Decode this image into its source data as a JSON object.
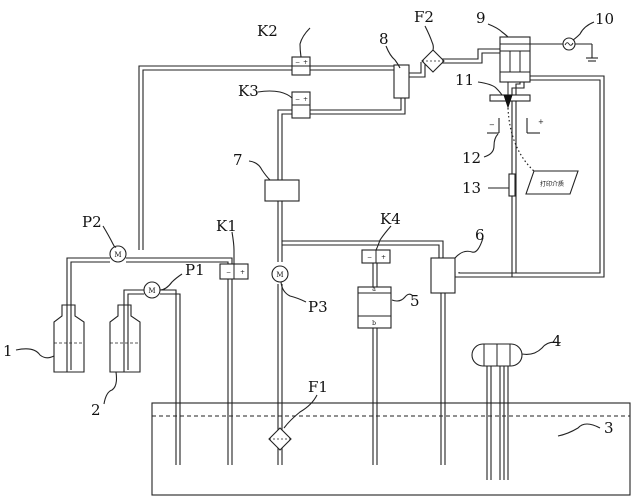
{
  "labels": {
    "bottle_1": "1",
    "bottle_2": "2",
    "tank_3": "3",
    "lamp_4": "4",
    "unit_5": "5",
    "unit_6": "6",
    "unit_7": "7",
    "unit_8": "8",
    "unit_9": "9",
    "source_10": "10",
    "nozzle_11": "11",
    "plate_12": "12",
    "sensor_13": "13",
    "pump_p1": "P1",
    "pump_p2": "P2",
    "pump_p3": "P3",
    "valve_k1": "K1",
    "valve_k2": "K2",
    "valve_k3": "K3",
    "valve_k4": "K4",
    "filter_f1": "F1",
    "filter_f2": "F2"
  },
  "marks": {
    "pump_symbol": "M",
    "print_medium": "打印介质",
    "minus": "−",
    "plus": "+",
    "unit5_top": "a",
    "unit5_bottom": "b"
  },
  "colors": {
    "line": "#222222",
    "background": "#ffffff"
  }
}
